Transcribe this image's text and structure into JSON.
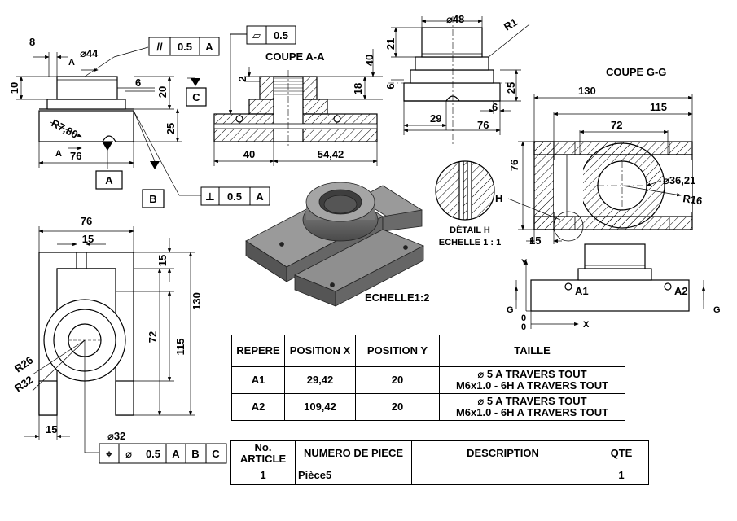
{
  "labels": {
    "coupe_aa": "COUPE A-A",
    "coupe_gg": "COUPE G-G",
    "echelle": "ECHELLE1:2",
    "detail_title": "DÉTAIL H",
    "detail_scale": "ECHELLE 1 : 1",
    "detail_marker": "H",
    "section_a": "A",
    "axis_y": "Y",
    "axis_x": "X",
    "origin": "0",
    "section_g": "G",
    "hole_a1": "A1",
    "hole_a2": "A2"
  },
  "dims": {
    "front": {
      "d8": "8",
      "d44": "⌀44",
      "d10": "10",
      "d6": "6",
      "d20": "20",
      "d25": "25",
      "r780": "R7,80",
      "d76": "76"
    },
    "coupe_aa": {
      "d2": "2",
      "d40v": "40",
      "d18": "18",
      "d40h": "40",
      "d5442": "54,42"
    },
    "side": {
      "d48": "⌀48",
      "r1": "R1",
      "d21": "21",
      "d6": "6",
      "d25": "25",
      "d29": "29",
      "d76": "76",
      "d6b": "6"
    },
    "coupe_gg": {
      "d130": "130",
      "d115": "115",
      "d72": "72",
      "d76": "76",
      "d3621": "⌀36,21",
      "r16": "R16",
      "d15": "15"
    },
    "top": {
      "d76": "76",
      "d15a": "15",
      "d15b": "15",
      "d130": "130",
      "d115": "115",
      "d72": "72",
      "r26": "R26",
      "r32": "R32",
      "d15c": "15",
      "d32": "⌀32"
    }
  },
  "datums": {
    "a": "A",
    "b": "B",
    "c": "C"
  },
  "fcf": {
    "parallel": {
      "symbol": "//",
      "value": "0.5",
      "datum": "A"
    },
    "flatness": {
      "symbol": "▱",
      "value": "0.5"
    },
    "perpendicular": {
      "symbol": "⊥",
      "value": "0.5",
      "datum": "A"
    },
    "position": {
      "symbol": "⌖",
      "dia": "⌀",
      "value": "0.5",
      "datum1": "A",
      "datum2": "B",
      "datum3": "C"
    }
  },
  "position_table": {
    "headers": [
      "REPERE",
      "POSITION X",
      "POSITION Y",
      "TAILLE"
    ],
    "rows": [
      {
        "repere": "A1",
        "x": "29,42",
        "y": "20",
        "taille1": "⌀ 5 A TRAVERS TOUT",
        "taille2": "M6x1.0 - 6H A TRAVERS TOUT"
      },
      {
        "repere": "A2",
        "x": "109,42",
        "y": "20",
        "taille1": "⌀ 5 A TRAVERS TOUT",
        "taille2": "M6x1.0 - 6H A TRAVERS TOUT"
      }
    ]
  },
  "bom_table": {
    "headers": [
      "No. ARTICLE",
      "NUMERO DE PIECE",
      "DESCRIPTION",
      "QTE"
    ],
    "rows": [
      {
        "article": "1",
        "piece": "Pièce5",
        "description": "",
        "qte": "1"
      }
    ]
  }
}
